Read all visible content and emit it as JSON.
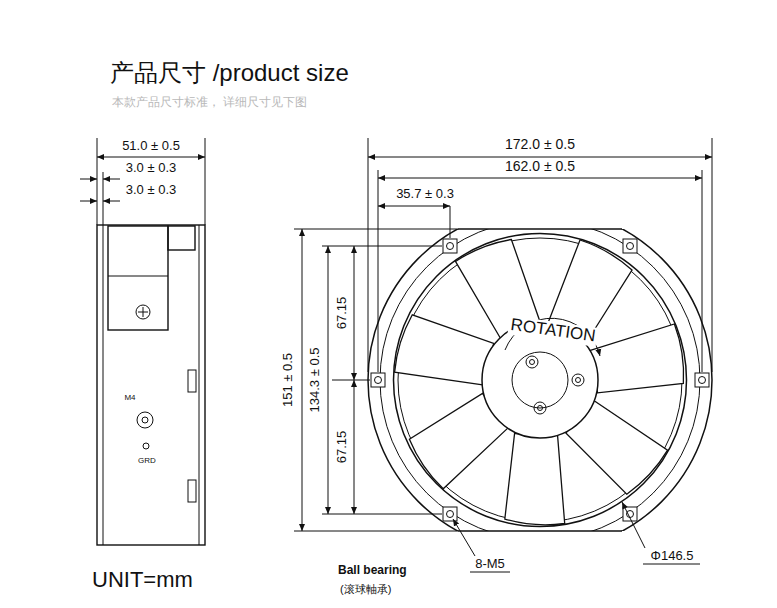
{
  "diagram": {
    "title": "产品尺寸 /product size",
    "labels": [
      "本款产品尺寸标准， 详细尺寸见下图",
      "51.0 ± 0.5",
      "3.0 ± 0.3",
      "3.0 ± 0.3",
      "M4",
      "GRD",
      "172.0 ± 0.5",
      "162.0 ± 0.5",
      "35.7 ± 0.3",
      "151 ± 0.5",
      "134.3 ± 0.5",
      "67.15",
      "67.15",
      "ROTATION",
      "Ball bearing",
      "(滚球軸承)",
      "8-M5",
      "Φ146.5",
      "UNIT=mm"
    ]
  }
}
